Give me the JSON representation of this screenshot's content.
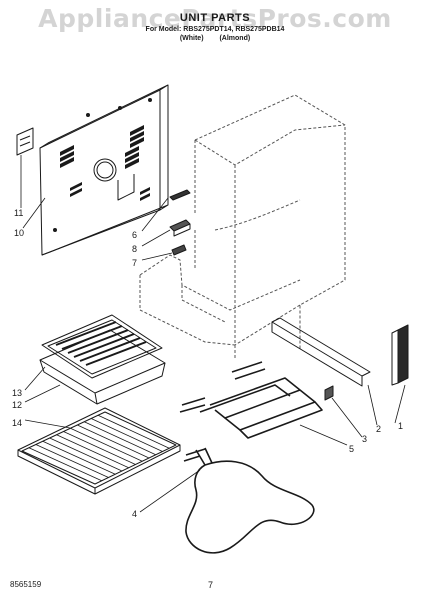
{
  "watermark": "AppliancePartsPros.com",
  "header": {
    "title": "UNIT PARTS",
    "model_line": "For Model: RBS275PDT14, RBS275PDB14",
    "color_line": "(White) (Almond)"
  },
  "callouts": {
    "c1": "1",
    "c2": "2",
    "c3": "3",
    "c4": "4",
    "c5": "5",
    "c6": "6",
    "c7": "7",
    "c8": "8",
    "c10": "10",
    "c11": "11",
    "c12": "12",
    "c13": "13",
    "c14": "14"
  },
  "footer": {
    "doc_number": "8565159",
    "page_number": "7"
  }
}
